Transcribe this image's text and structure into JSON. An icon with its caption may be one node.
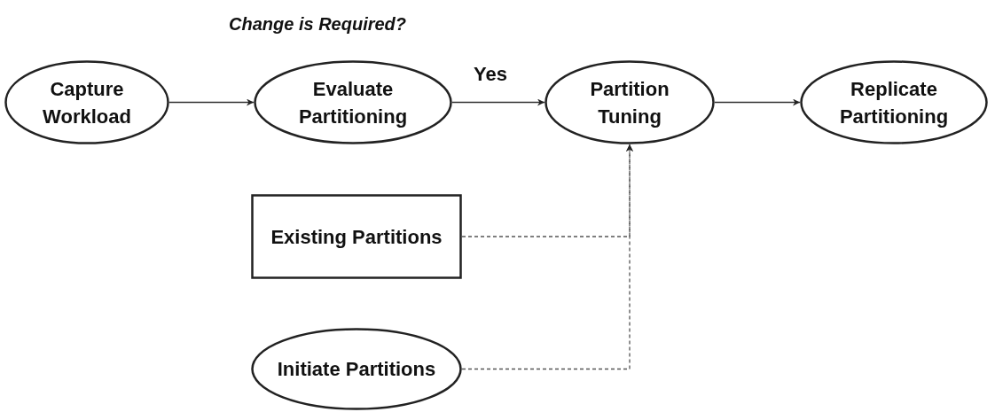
{
  "diagram": {
    "nodes": [
      {
        "text": [
          "Capture Workload"
        ]
      },
      {
        "text": [
          "Evaluate Partitioning"
        ]
      },
      {
        "text": [
          "Partition Tuning"
        ]
      },
      {
        "text": [
          "Replicate Partitioning"
        ]
      },
      {
        "text": [
          "Existing Partitions"
        ]
      },
      {
        "text": [
          "Initiate Partitions"
        ]
      }
    ],
    "edges": [
      {
        "from": 0,
        "to": 1,
        "arrow": "to"
      },
      {
        "from": 1,
        "to": 2,
        "arrow": "to",
        "label": "Yes"
      },
      {
        "from": 2,
        "to": 3,
        "arrow": "to"
      },
      {
        "from": 4,
        "to": 2,
        "arrow": "to",
        "style": "dashed"
      },
      {
        "from": 5,
        "to": 2,
        "arrow": "to",
        "style": "dashed"
      }
    ],
    "labels": [
      "Change is Required?"
    ]
  }
}
